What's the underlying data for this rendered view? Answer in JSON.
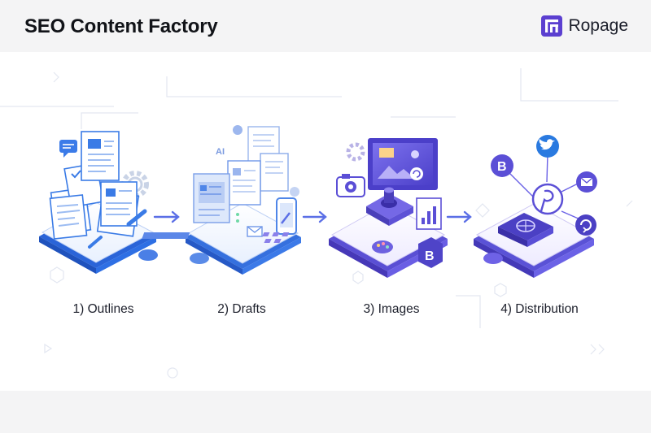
{
  "header": {
    "title": "SEO Content Factory",
    "brand_name": "Ropage"
  },
  "diagram": {
    "steps": [
      {
        "label": "1) Outlines",
        "theme": "#3a7be6"
      },
      {
        "label": "2) Drafts",
        "theme": "#4f86e8"
      },
      {
        "label": "3) Images",
        "theme": "#6356d8"
      },
      {
        "label": "4) Distribution",
        "theme": "#5a52d6"
      }
    ],
    "icons": {
      "step1": [
        "document-stack-icon",
        "gear-icon",
        "chat-bubble-icon",
        "pencil-icon"
      ],
      "step2": [
        "ai-draft-pages-icon",
        "smartphone-icon",
        "email-icon"
      ],
      "step3": [
        "image-monitor-icon",
        "camera-icon",
        "palette-icon",
        "bar-chart-icon",
        "blog-b-icon"
      ],
      "step4": [
        "blog-b-icon",
        "twitter-bird-icon",
        "email-icon",
        "pinterest-icon",
        "refresh-icon",
        "globe-icon"
      ]
    },
    "colors": {
      "accent_blue": "#2f6fe0",
      "accent_purple": "#5b4fd6",
      "arrow": "#5b6fe6"
    }
  }
}
